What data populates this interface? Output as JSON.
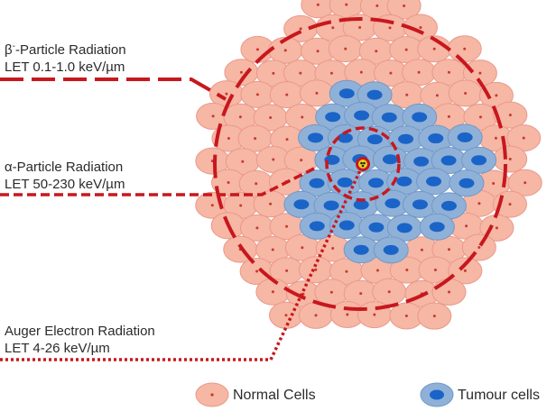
{
  "labels": {
    "beta_title_symbol": "β",
    "beta_title_sup": "-",
    "beta_title_rest": "-Particle Radiation",
    "beta_let": "LET 0.1-1.0 keV/µm",
    "alpha_title": "α-Particle Radiation",
    "alpha_let": "LET 50-230 keV/µm",
    "auger_title": "Auger Electron Radiation",
    "auger_let": "LET 4-26 keV/µm"
  },
  "legend": {
    "normal": "Normal Cells",
    "tumour": "Tumour cells"
  },
  "colors": {
    "normal_fill": "#f6b7a4",
    "normal_stroke": "#e9998a",
    "normal_dot": "#c8392e",
    "tumour_fill": "#8fb1d8",
    "tumour_stroke": "#7298c6",
    "tumour_nucleus": "#1a64c8",
    "radiation_red": "#c8171e",
    "source_yellow": "#e7d21e"
  }
}
